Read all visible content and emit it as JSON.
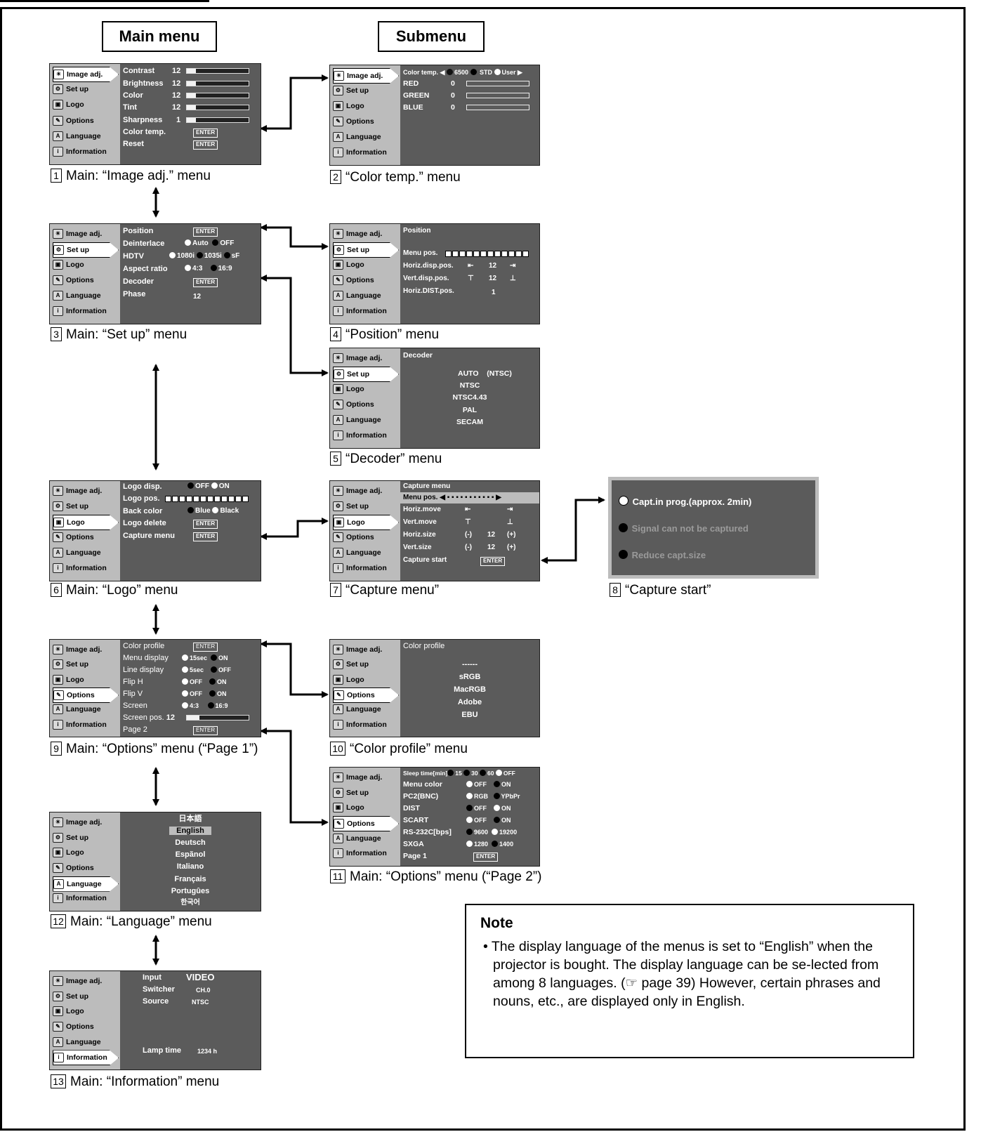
{
  "headers": {
    "main": "Main menu",
    "sub": "Submenu"
  },
  "sidebar": [
    "Image adj.",
    "Set up",
    "Logo",
    "Options",
    "Language",
    "Information"
  ],
  "enter": "ENTER",
  "captions": {
    "c1": {
      "n": "1",
      "t": "Main: “Image adj.” menu"
    },
    "c2": {
      "n": "2",
      "t": "“Color temp.” menu"
    },
    "c3": {
      "n": "3",
      "t": "Main: “Set up” menu"
    },
    "c4": {
      "n": "4",
      "t": "“Position” menu"
    },
    "c5": {
      "n": "5",
      "t": "“Decoder” menu"
    },
    "c6": {
      "n": "6",
      "t": "Main: “Logo” menu"
    },
    "c7": {
      "n": "7",
      "t": "“Capture menu”"
    },
    "c8": {
      "n": "8",
      "t": "“Capture start”"
    },
    "c9": {
      "n": "9",
      "t": "Main: “Options” menu (“Page 1”)"
    },
    "c10": {
      "n": "10",
      "t": "“Color profile” menu"
    },
    "c11": {
      "n": "11",
      "t": "Main: “Options” menu (“Page 2”)"
    },
    "c12": {
      "n": "12",
      "t": "Main: “Language” menu"
    },
    "c13": {
      "n": "13",
      "t": "Main: “Information” menu"
    }
  },
  "m1": {
    "contrast": "Contrast",
    "contrast_v": "12",
    "contrast_fill": 0.15,
    "brightness": "Brightness",
    "brightness_v": "12",
    "brightness_fill": 0.15,
    "color": "Color",
    "color_v": "12",
    "color_fill": 0.15,
    "tint": "Tint",
    "tint_v": "12",
    "tint_fill": 0.15,
    "sharpness": "Sharpness",
    "sharpness_v": "1",
    "sharpness_fill": 0.15,
    "colortemp": "Color temp.",
    "reset": "Reset"
  },
  "m2": {
    "colortemp": "Color temp.",
    "o1": "6500",
    "o2": "STD",
    "o3": "User",
    "red": "RED",
    "green": "GREEN",
    "blue": "BLUE",
    "zero": "0"
  },
  "m3": {
    "position": "Position",
    "deinterlace": "Deinterlace",
    "auto": "Auto",
    "off": "OFF",
    "hdtv": "HDTV",
    "h1": "1080i",
    "h2": "1035i",
    "h3": "sF",
    "aspect": "Aspect ratio",
    "a1": "4:3",
    "a2": "16:9",
    "decoder": "Decoder",
    "phase": "Phase",
    "phase_v": "12"
  },
  "m4": {
    "title": "Position",
    "menupos": "Menu pos.",
    "horiz": "Horiz.disp.pos.",
    "vert": "Vert.disp.pos.",
    "dist": "Horiz.DIST.pos.",
    "h_v": "12",
    "v_v": "12",
    "d_v": "1"
  },
  "m5": {
    "title": "Decoder",
    "auto": "AUTO",
    "ntsc_paren": "(NTSC)",
    "ntsc": "NTSC",
    "ntsc443": "NTSC4.43",
    "pal": "PAL",
    "secam": "SECAM"
  },
  "m6": {
    "logodisp": "Logo disp.",
    "off": "OFF",
    "on": "ON",
    "logopos": "Logo pos.",
    "backcolor": "Back color",
    "blue": "Blue",
    "black": "Black",
    "logodelete": "Logo delete",
    "capture": "Capture menu"
  },
  "m7": {
    "title": "Capture menu",
    "menupos": "Menu pos.",
    "hmove": "Horiz.move",
    "vmove": "Vert.move",
    "hsize": "Horiz.size",
    "vsize": "Vert.size",
    "minus": "(-)",
    "plus": "(+)",
    "hsize_v": "12",
    "vsize_v": "12",
    "start": "Capture start"
  },
  "m8": {
    "l1": "Capt.in prog.(approx. 2min)",
    "l2": "Signal can not be captured",
    "l3": "Reduce capt.size"
  },
  "m9": {
    "colorprofile": "Color profile",
    "menudisplay": "Menu display",
    "md1": "15sec",
    "md2": "ON",
    "linedisplay": "Line display",
    "ld1": "5sec",
    "ld2": "OFF",
    "fliph": "Flip H",
    "flipv": "Flip V",
    "off": "OFF",
    "on": "ON",
    "screen": "Screen",
    "s1": "4:3",
    "s2": "16:9",
    "screenpos": "Screen pos.",
    "screenpos_v": "12",
    "screenpos_fill": 0.2,
    "page2": "Page 2"
  },
  "m10": {
    "title": "Color profile",
    "dash": "------",
    "srgb": "sRGB",
    "macrgb": "MacRGB",
    "adobe": "Adobe",
    "ebu": "EBU"
  },
  "m11": {
    "sleep": "Sleep time[min]",
    "s1": "15",
    "s2": "30",
    "s3": "60",
    "s4": "OFF",
    "menucolor": "Menu color",
    "off": "OFF",
    "on": "ON",
    "pc2": "PC2(BNC)",
    "rgb": "RGB",
    "ypbpr": "YPbPr",
    "dist": "DIST",
    "scart": "SCART",
    "rs": "RS-232C[bps]",
    "b1": "9600",
    "b2": "19200",
    "sxga": "SXGA",
    "x1": "1280",
    "x2": "1400",
    "page1": "Page 1"
  },
  "m12": {
    "langs": [
      "日本語",
      "English",
      "Deutsch",
      "Espãnol",
      "Italiano",
      "Français",
      "Portugûes",
      "한국어"
    ]
  },
  "m13": {
    "input": "Input",
    "input_v": "VIDEO",
    "switcher": "Switcher",
    "switcher_v": "CH.0",
    "source": "Source",
    "source_v": "NTSC",
    "lamp": "Lamp time",
    "lamp_v": "1234 h"
  },
  "note": {
    "title": "Note",
    "text": "• The display language of the menus is set to “English” when the projector is bought. The display language can be se-lected from among 8 languages. (☞ page 39) However, certain phrases and nouns, etc., are displayed only in English."
  }
}
